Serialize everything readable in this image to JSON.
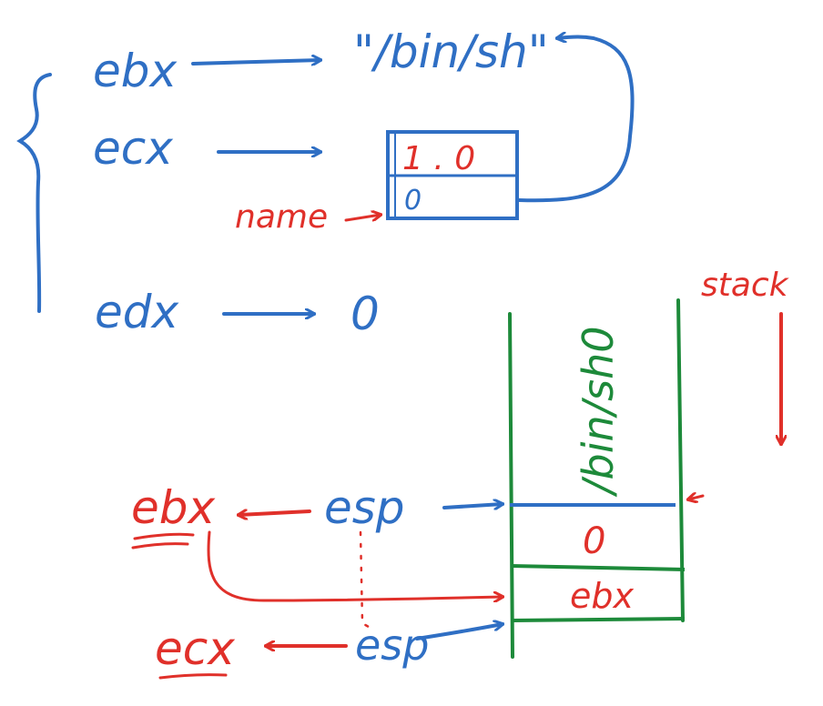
{
  "colors": {
    "blue": "#2f6fc4",
    "red": "#e0302a",
    "green": "#1d8a3a",
    "background": "#ffffff"
  },
  "registers": {
    "ebx": {
      "label": "ebx",
      "target": "\"/bin/sh\""
    },
    "ecx": {
      "label": "ecx",
      "cell_top": "1 . 0",
      "cell_bottom": "0"
    },
    "name_label": "name",
    "edx": {
      "label": "edx",
      "target": "0"
    }
  },
  "stack": {
    "label": "stack",
    "string_cell": "/bin/sh0",
    "cells": [
      "0",
      "ebx"
    ]
  },
  "bottom": {
    "ebx_label": "ebx",
    "esp_first": "esp",
    "ecx_label": "ecx",
    "esp_second": "esp"
  }
}
